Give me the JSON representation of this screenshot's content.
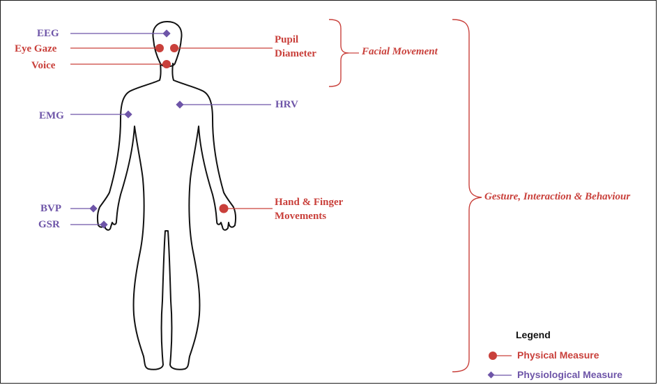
{
  "labels": {
    "eeg": "EEG",
    "eye_gaze": "Eye Gaze",
    "voice": "Voice",
    "emg": "EMG",
    "bvp": "BVP",
    "gsr": "GSR",
    "pupil_line1": "Pupil",
    "pupil_line2": "Diameter",
    "hrv": "HRV",
    "hand_line1": "Hand & Finger",
    "hand_line2": "Movements"
  },
  "groups": {
    "facial": "Facial Movement",
    "gesture": "Gesture, Interaction & Behaviour"
  },
  "legend": {
    "title": "Legend",
    "physical": "Physical Measure",
    "physiological": "Physiological Measure"
  },
  "colors": {
    "physical": "#c9403b",
    "physiological": "#6e55a8",
    "outline": "#111111"
  }
}
